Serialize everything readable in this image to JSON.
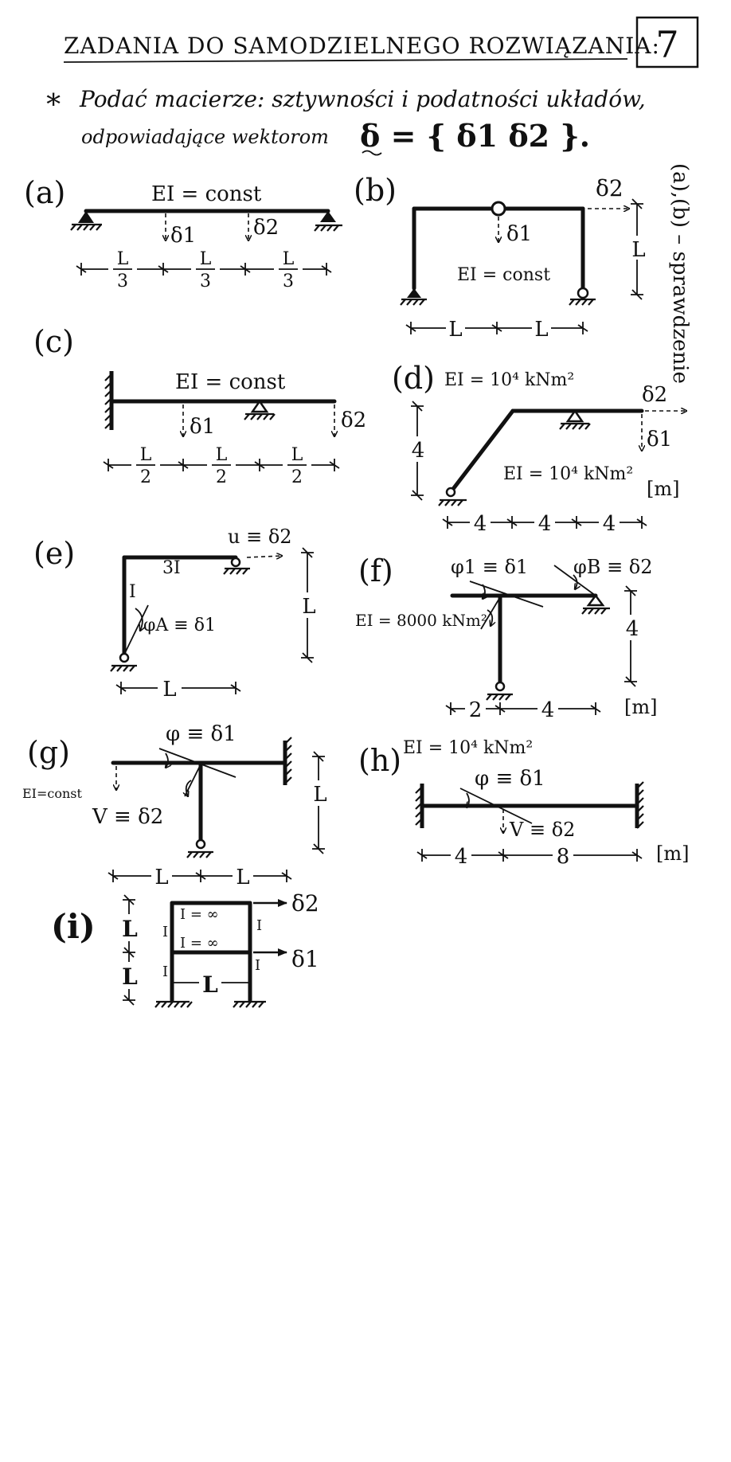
{
  "header": {
    "title": "ZADANIA DO SAMODZIELNEGO ROZWIĄZANIA:",
    "sheet_number": "7",
    "instruction_line1": "Podać macierze: sztywności i podatności układów,",
    "instruction_line2": "odpowiadające wektorom",
    "vector": "δ = { δ1 δ2 }."
  },
  "side_note": "(a),(b) – sprawdzenie",
  "problems": {
    "a": {
      "label": "(a)",
      "ei": "EI = const",
      "d1": "δ1",
      "d2": "δ2",
      "dims": [
        "L",
        "3",
        "L",
        "3",
        "L",
        "3"
      ]
    },
    "b": {
      "label": "(b)",
      "ei": "EI = const",
      "d1": "δ1",
      "d2": "δ2",
      "dim_h1": "L",
      "dim_h2": "L",
      "dim_v": "L"
    },
    "c": {
      "label": "(c)",
      "ei": "EI = const",
      "d1": "δ1",
      "d2": "δ2",
      "dims": [
        "L",
        "2",
        "L",
        "2",
        "L",
        "2"
      ]
    },
    "d": {
      "label": "(d)",
      "ei_top": "EI = 10⁴ kNm²",
      "ei_mid": "EI = 10⁴ kNm²",
      "d1": "δ1",
      "d2": "δ2",
      "dim_v": "4",
      "dims": [
        "4",
        "4",
        "4"
      ],
      "unit": "[m]"
    },
    "e": {
      "label": "(e)",
      "i_beam": "3I",
      "i_col": "I",
      "u": "u ≡ δ2",
      "phi": "φA ≡ δ1",
      "dim_h": "L",
      "dim_v": "L"
    },
    "f": {
      "label": "(f)",
      "ei": "EI = 8000 kNm²",
      "phi1": "φ1 ≡ δ1",
      "phiB": "φB ≡ δ2",
      "dim_v": "4",
      "dims": [
        "2",
        "4"
      ],
      "unit": "[m]"
    },
    "g": {
      "label": "(g)",
      "ei": "EI=const",
      "phi": "φ ≡ δ1",
      "v": "V ≡ δ2",
      "dim_v": "L",
      "dims": [
        "L",
        "L"
      ]
    },
    "h": {
      "label": "(h)",
      "ei": "EI = 10⁴ kNm²",
      "phi": "φ ≡ δ1",
      "v": "V ≡ δ2",
      "dims": [
        "4",
        "8"
      ],
      "unit": "[m]"
    },
    "i": {
      "label": "(i)",
      "i_beam_top": "I = ∞",
      "i_beam_mid": "I = ∞",
      "i_col": "I",
      "d1": "δ1",
      "d2": "δ2",
      "dim_v1": "L",
      "dim_v2": "L",
      "dim_h": "L"
    }
  }
}
